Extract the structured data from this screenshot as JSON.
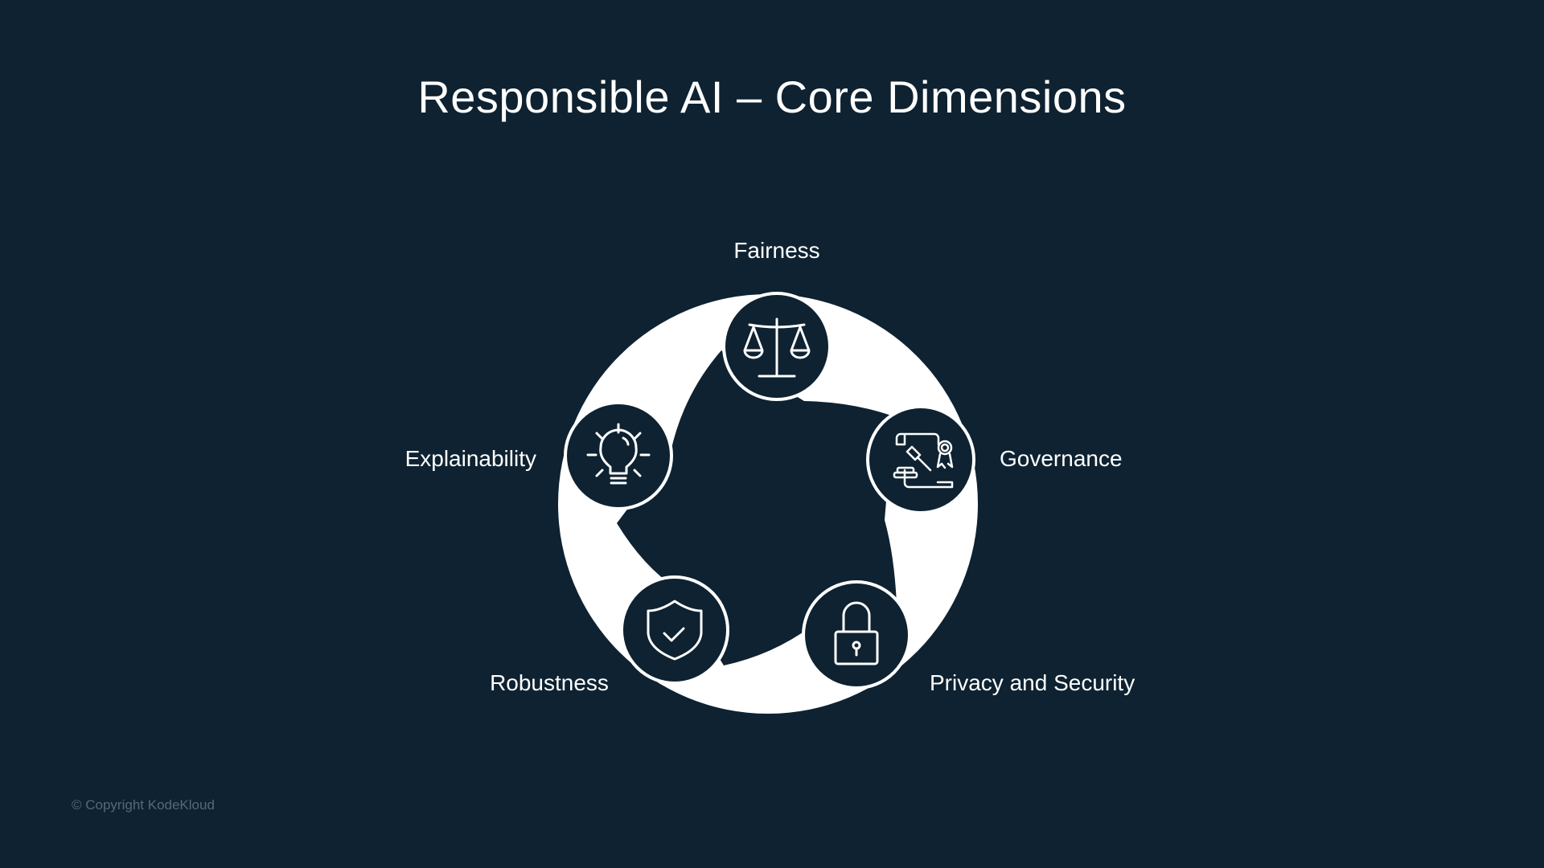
{
  "title": "Responsible AI – Core Dimensions",
  "dimensions": [
    {
      "label": "Fairness",
      "icon": "scales-icon"
    },
    {
      "label": "Governance",
      "icon": "gavel-certificate-icon"
    },
    {
      "label": "Privacy and Security",
      "icon": "padlock-icon"
    },
    {
      "label": "Robustness",
      "icon": "shield-check-icon"
    },
    {
      "label": "Explainability",
      "icon": "lightbulb-icon"
    }
  ],
  "footer": {
    "copyright": "© Copyright KodeKloud"
  },
  "colors": {
    "background": "#0e2231",
    "foreground": "#ffffff"
  }
}
